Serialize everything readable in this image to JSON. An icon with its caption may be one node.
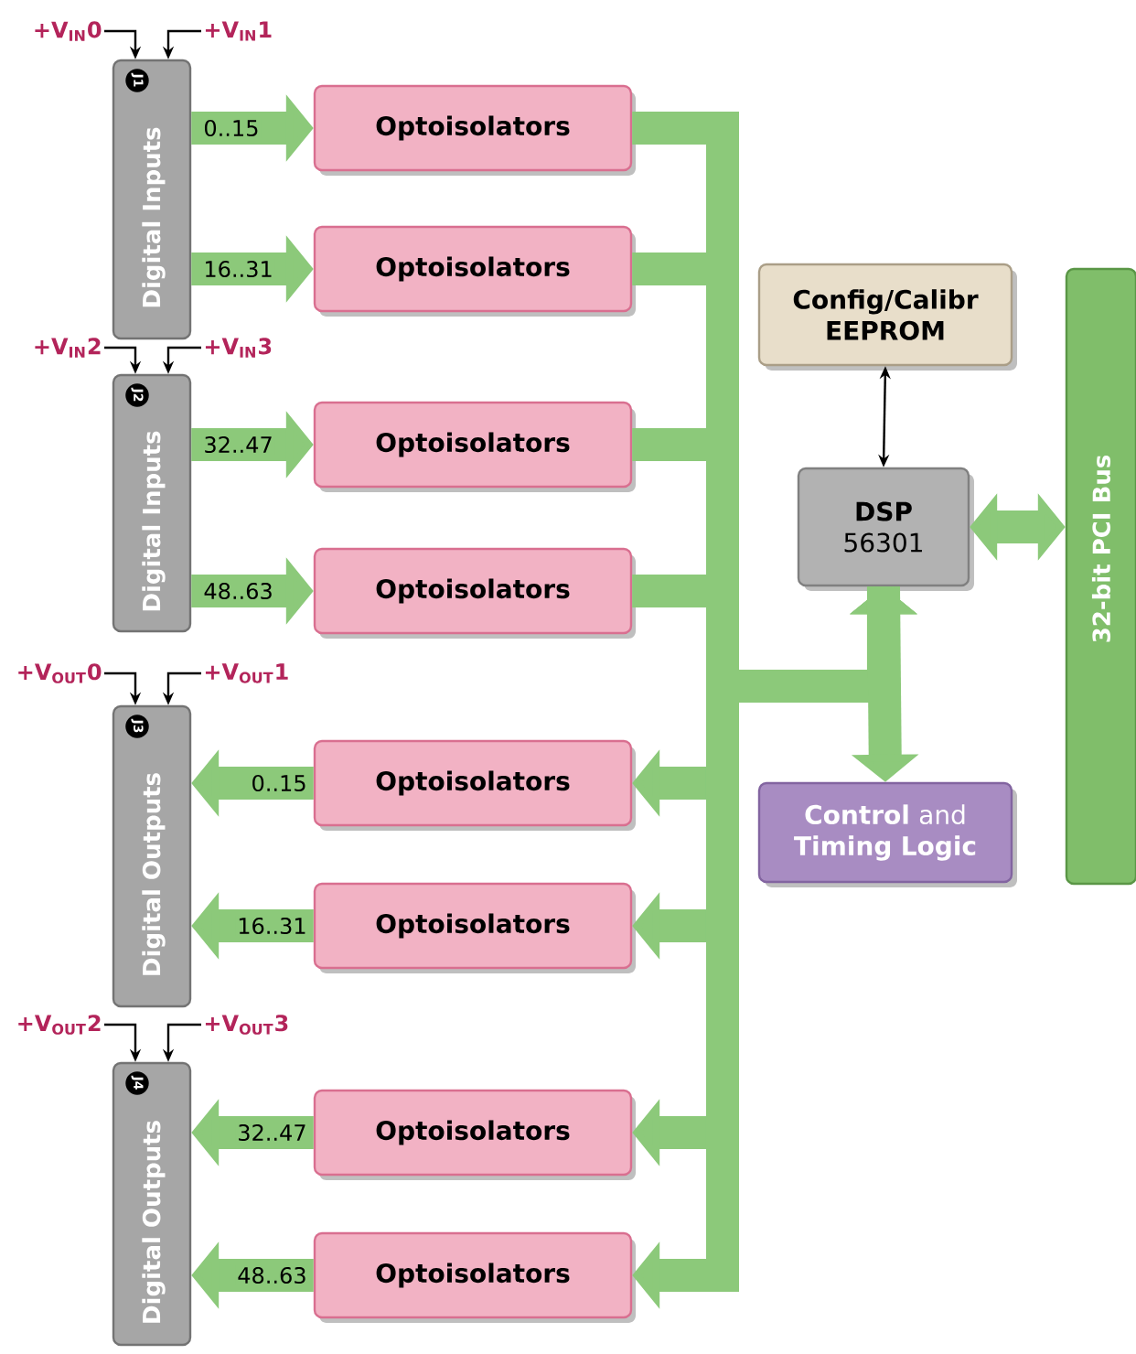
{
  "diagram": {
    "nodes": [
      {
        "text": [
          "+V$_{IN}$0"
        ]
      },
      {
        "text": [
          "+V$_{IN}$1"
        ]
      },
      {
        "text": [
          "J1",
          "Digital Inputs"
        ]
      },
      {
        "text": [
          "Optoisolators"
        ]
      },
      {
        "text": [
          "Optoisolators"
        ]
      },
      {
        "text": [
          "+V$_{IN}$2"
        ]
      },
      {
        "text": [
          "+V$_{IN}$3"
        ]
      },
      {
        "text": [
          "J2",
          "Digital Inputs"
        ]
      },
      {
        "text": [
          "Optoisolators"
        ]
      },
      {
        "text": [
          "Optoisolators"
        ]
      },
      {
        "text": [
          "+V$_{OUT}$0"
        ]
      },
      {
        "text": [
          "+V$_{OUT}$1"
        ]
      },
      {
        "text": [
          "J3",
          "Digital Outputs"
        ]
      },
      {
        "text": [
          "Optoisolators"
        ]
      },
      {
        "text": [
          "Optoisolators"
        ]
      },
      {
        "text": [
          "+V$_{OUT}$2"
        ]
      },
      {
        "text": [
          "+V$_{OUT}$3"
        ]
      },
      {
        "text": [
          "J4",
          "Digital Outputs"
        ]
      },
      {
        "text": [
          "Optoisolators"
        ]
      },
      {
        "text": [
          "Optoisolators"
        ]
      },
      {
        "text": [
          "Config/Calibr EEPROM"
        ]
      },
      {
        "text": [
          "DSP",
          "56301"
        ]
      },
      {
        "text": [
          "**Control** and **Timing Logic**"
        ]
      },
      {
        "text": [
          "32-bit PCI Bus"
        ]
      }
    ],
    "edges": [
      {
        "from": 0,
        "to": 2,
        "arrow": "to",
        "color": "#000000"
      },
      {
        "from": 1,
        "to": 2,
        "arrow": "to",
        "color": "#000000"
      },
      {
        "from": 2,
        "to": 3,
        "arrow": "to",
        "label": "0..15"
      },
      {
        "from": 2,
        "to": 4,
        "arrow": "to",
        "label": "16..31"
      },
      {
        "from": 5,
        "to": 7,
        "arrow": "to",
        "color": "#000000"
      },
      {
        "from": 6,
        "to": 7,
        "arrow": "to",
        "color": "#000000"
      },
      {
        "from": 7,
        "to": 8,
        "arrow": "to",
        "label": "32..47"
      },
      {
        "from": 7,
        "to": 9,
        "arrow": "to",
        "label": "48..63"
      },
      {
        "from": 10,
        "to": 12,
        "arrow": "to",
        "color": "#000000"
      },
      {
        "from": 11,
        "to": 12,
        "arrow": "to",
        "color": "#000000"
      },
      {
        "from": 13,
        "to": 12,
        "arrow": "to",
        "label": "0..15"
      },
      {
        "from": 14,
        "to": 12,
        "arrow": "to",
        "label": "16..31"
      },
      {
        "from": 15,
        "to": 17,
        "arrow": "to",
        "color": "#000000"
      },
      {
        "from": 16,
        "to": 17,
        "arrow": "to",
        "color": "#000000"
      },
      {
        "from": 18,
        "to": 17,
        "arrow": "to",
        "label": "32..47"
      },
      {
        "from": 19,
        "to": 17,
        "arrow": "to",
        "label": "48..63"
      },
      {
        "from": 3,
        "to": 21,
        "arrow": "to"
      },
      {
        "from": 4,
        "to": 21,
        "arrow": "to"
      },
      {
        "from": 8,
        "to": 21,
        "arrow": "to"
      },
      {
        "from": 9,
        "to": 21,
        "arrow": "to"
      },
      {
        "from": 21,
        "to": 13,
        "arrow": "to"
      },
      {
        "from": 21,
        "to": 14,
        "arrow": "to"
      },
      {
        "from": 21,
        "to": 18,
        "arrow": "to"
      },
      {
        "from": 21,
        "to": 19,
        "arrow": "to"
      },
      {
        "from": 20,
        "to": 21,
        "arrow": "both",
        "color": "#000000"
      },
      {
        "from": 21,
        "to": 22,
        "arrow": "to"
      },
      {
        "from": 21,
        "to": 23,
        "arrow": "both"
      }
    ]
  }
}
